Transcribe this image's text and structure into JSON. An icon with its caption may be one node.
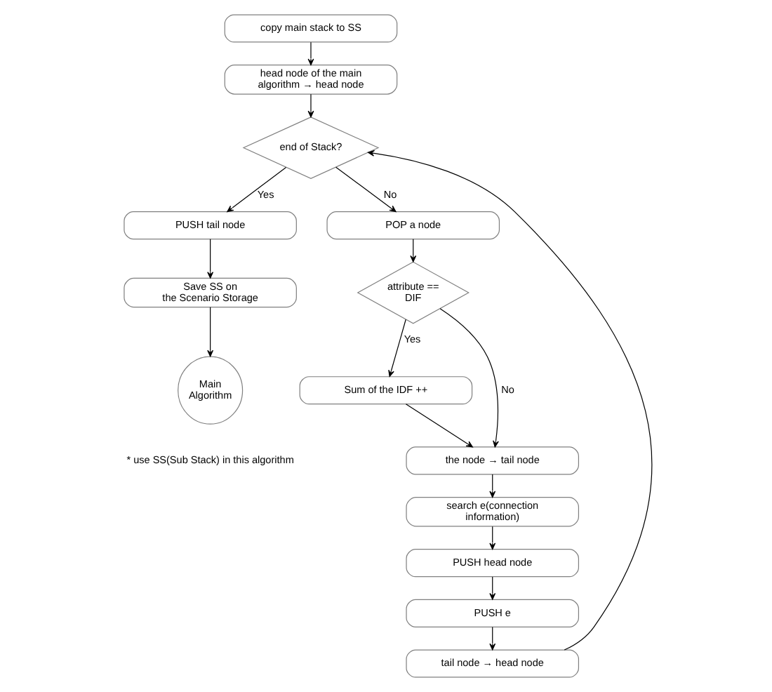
{
  "diagram": {
    "nodes": [
      {
        "text": [
          "copy main stack to SS"
        ]
      },
      {
        "text": [
          "head node of the main algorithm → head node"
        ]
      },
      {
        "text": [
          "end of Stack?"
        ]
      },
      {
        "text": [
          "PUSH tail node"
        ]
      },
      {
        "text": [
          "Save SS on the Scenario Storage"
        ]
      },
      {
        "text": [
          "Main Algorithm"
        ]
      },
      {
        "text": [
          "POP a node"
        ]
      },
      {
        "text": [
          "attribute == DIF"
        ]
      },
      {
        "text": [
          "Sum of the IDF ++"
        ]
      },
      {
        "text": [
          "the node → tail node"
        ]
      },
      {
        "text": [
          "search e(connection information)"
        ]
      },
      {
        "text": [
          "PUSH head node"
        ]
      },
      {
        "text": [
          "PUSH e"
        ]
      },
      {
        "text": [
          "tail node → head node"
        ]
      }
    ],
    "edges": [
      {
        "from": 0,
        "to": 1,
        "arrow": "to"
      },
      {
        "from": 1,
        "to": 2,
        "arrow": "to"
      },
      {
        "from": 2,
        "to": 6,
        "label": "No",
        "arrow": "to"
      },
      {
        "from": 2,
        "to": 3,
        "label": "Yes",
        "arrow": "to"
      },
      {
        "from": 3,
        "to": 4,
        "arrow": "to"
      },
      {
        "from": 4,
        "to": 5,
        "arrow": "to"
      },
      {
        "from": 6,
        "to": 7,
        "arrow": "to"
      },
      {
        "from": 7,
        "to": 8,
        "label": "Yes",
        "arrow": "to"
      },
      {
        "from": 7,
        "to": 9,
        "label": "No",
        "arrow": "to"
      },
      {
        "from": 8,
        "to": 9,
        "arrow": "to"
      },
      {
        "from": 9,
        "to": 10,
        "arrow": "to"
      },
      {
        "from": 10,
        "to": 11,
        "arrow": "to"
      },
      {
        "from": 11,
        "to": 12,
        "arrow": "to"
      },
      {
        "from": 12,
        "to": 13,
        "arrow": "to"
      },
      {
        "from": 13,
        "to": 2,
        "arrow": "to"
      }
    ],
    "labels": [
      "* use SS(Sub Stack) in this algorithm"
    ]
  }
}
